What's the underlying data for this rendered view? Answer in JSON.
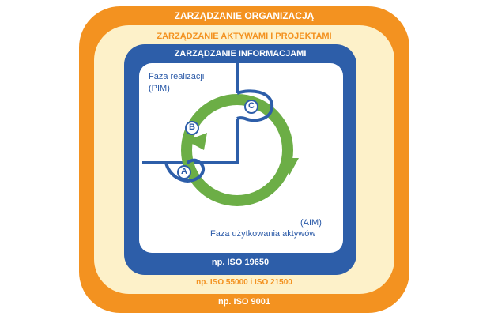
{
  "colors": {
    "outer_band": "#f39220",
    "middle_band": "#fdf1c9",
    "inner_band": "#2d5ea9",
    "cycle": "#6cae46",
    "text_orange": "#f39220",
    "text_blue": "#2b5aa8"
  },
  "outer": {
    "title": "ZARZĄDZANIE ORGANIZACJĄ",
    "footer": "np. ISO 9001"
  },
  "middle": {
    "title": "ZARZĄDZANIE AKTYWAMI I PROJEKTAMI",
    "footer": "np. ISO 55000 i ISO 21500"
  },
  "inner": {
    "title": "ZARZĄDZANIE INFORMACJAMI",
    "footer": "np. ISO 19650"
  },
  "phases": {
    "pim_line1": "Faza realizacji",
    "pim_line2": "(PIM)",
    "aim_line1": "(AIM)",
    "aim_line2": "Faza użytkowania aktywów"
  },
  "markers": {
    "a": "A",
    "b": "B",
    "c": "C"
  }
}
